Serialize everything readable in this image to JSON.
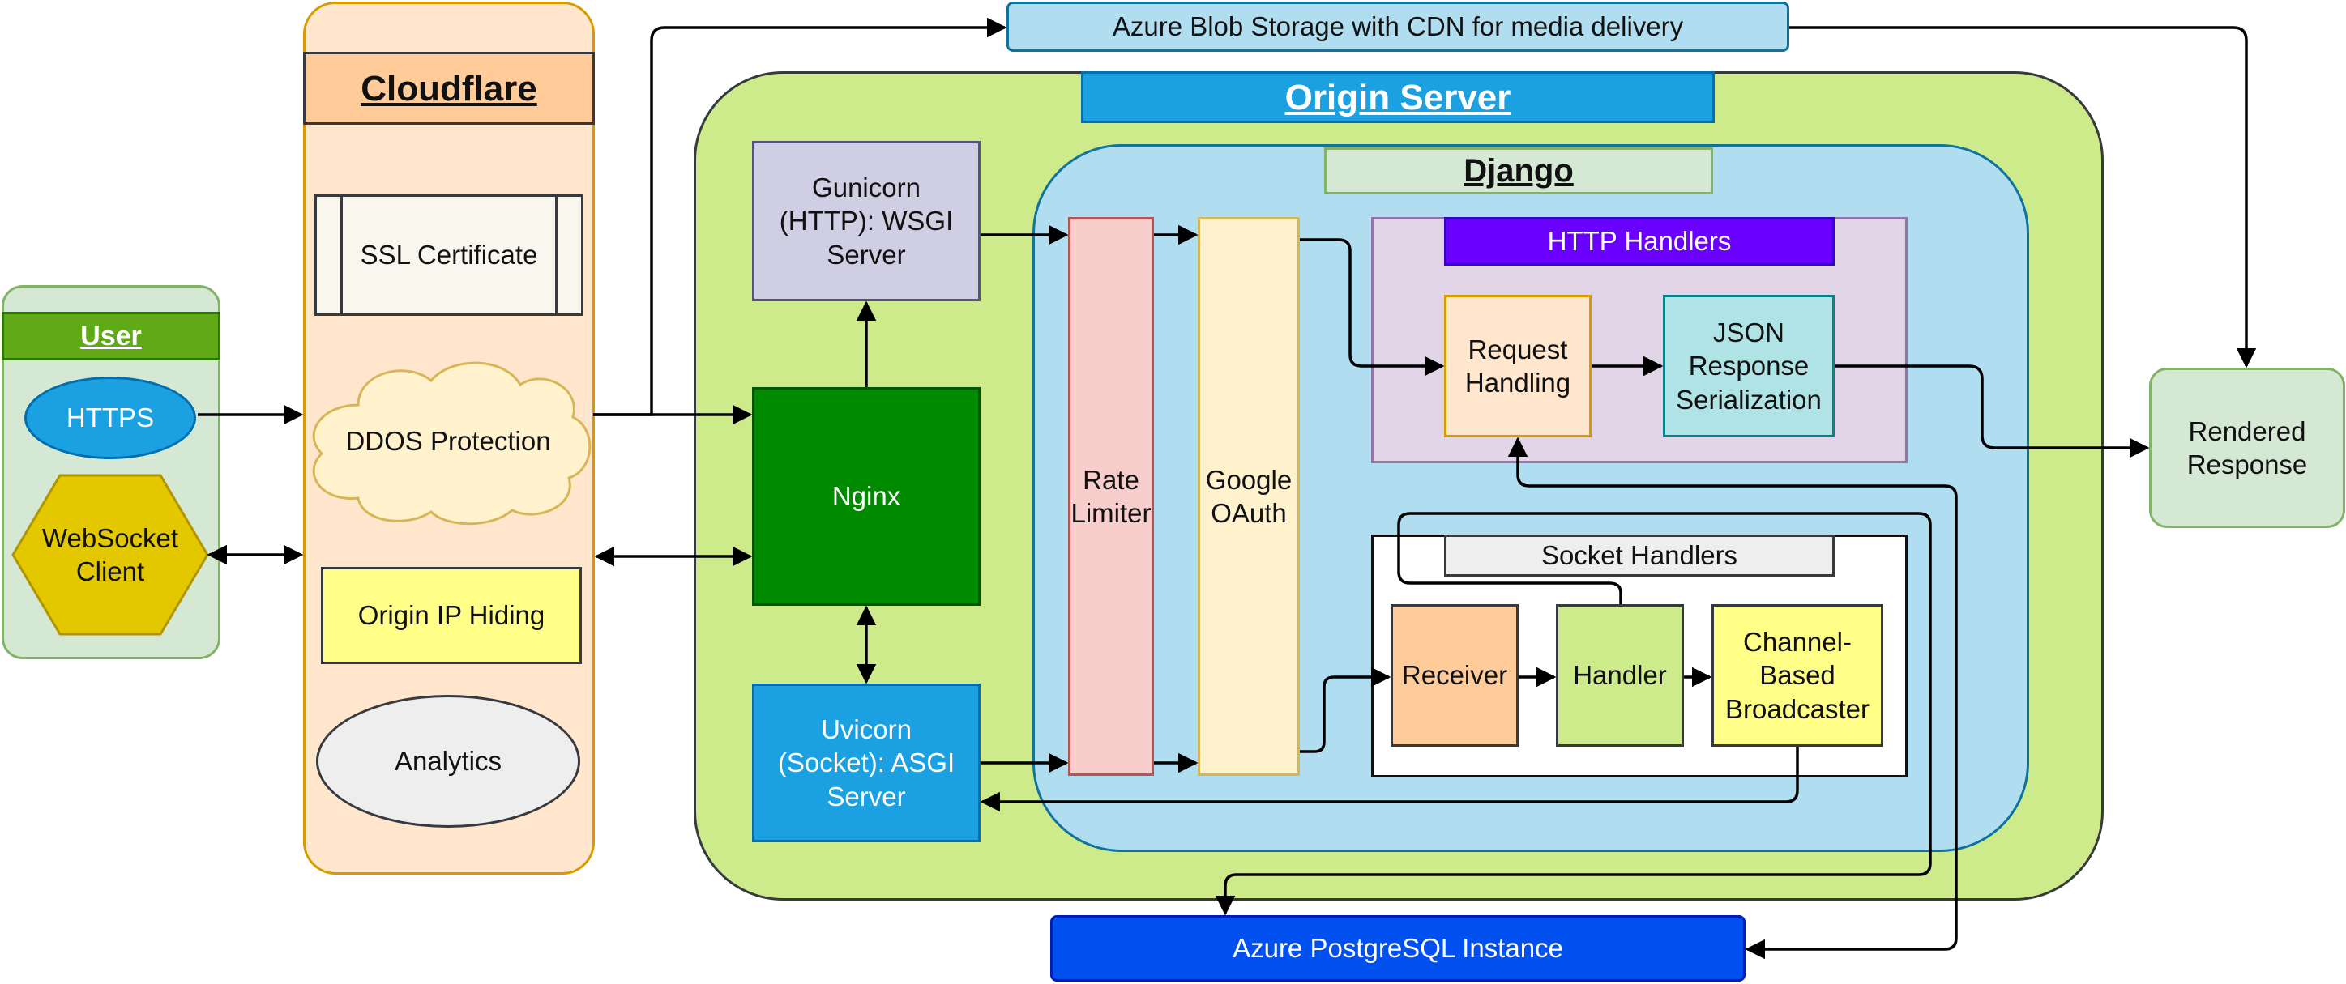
{
  "user": {
    "title": "User",
    "https": "HTTPS",
    "websocket_client": "WebSocket Client"
  },
  "cloudflare": {
    "title": "Cloudflare",
    "ssl": "SSL Certificate",
    "ddos": "DDOS Protection",
    "ip_hiding": "Origin IP Hiding",
    "analytics": "Analytics"
  },
  "blob": "Azure Blob Storage with CDN for media delivery",
  "origin": {
    "title": "Origin Server",
    "gunicorn": "Gunicorn (HTTP): WSGI Server",
    "nginx": "Nginx",
    "uvicorn": "Uvicorn (Socket): ASGI Server"
  },
  "django": {
    "title": "Django",
    "rate_limiter": "Rate Limiter",
    "oauth": "Google OAuth",
    "http_handlers": {
      "title": "HTTP Handlers",
      "request": "Request Handling",
      "json": "JSON Response Serialization"
    },
    "socket_handlers": {
      "title": "Socket Handlers",
      "receiver": "Receiver",
      "handler": "Handler",
      "broadcaster": "Channel-Based Broadcaster"
    }
  },
  "rendered": "Rendered Response",
  "postgres": "Azure PostgreSQL Instance",
  "colors": {
    "user_bg": "#d5e8d4",
    "user_title": "#60a917",
    "cloudflare_bg": "#ffe6cc",
    "cloudflare_title": "#ffcc99",
    "origin_bg": "#cdeb8b",
    "origin_title": "#1ba1e2",
    "django_bg": "#b1ddf0",
    "nginx": "#008a00",
    "http_title": "#6a00ff",
    "postgres": "#0050ef"
  }
}
